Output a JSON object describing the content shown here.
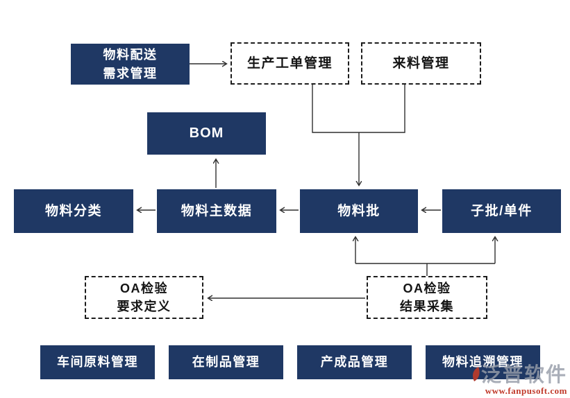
{
  "diagram": {
    "nodes": {
      "delivery": {
        "label": "物料配送\n需求管理",
        "type": "solid"
      },
      "work_order": {
        "label": "生产工单管理",
        "type": "dashed"
      },
      "incoming": {
        "label": "来料管理",
        "type": "dashed"
      },
      "bom": {
        "label": "BOM",
        "type": "solid"
      },
      "material_class": {
        "label": "物料分类",
        "type": "solid"
      },
      "material_master": {
        "label": "物料主数据",
        "type": "solid"
      },
      "material_batch": {
        "label": "物料批",
        "type": "solid"
      },
      "sub_batch": {
        "label": "子批/单件",
        "type": "solid"
      },
      "qa_requirement": {
        "label": "OA检验\n要求定义",
        "type": "dashed"
      },
      "qa_collection": {
        "label": "OA检验\n结果采集",
        "type": "dashed"
      },
      "workshop_raw": {
        "label": "车间原料管理",
        "type": "solid"
      },
      "wip": {
        "label": "在制品管理",
        "type": "solid"
      },
      "finished_goods": {
        "label": "产成品管理",
        "type": "solid"
      },
      "material_trace": {
        "label": "物料追溯管理",
        "type": "solid"
      }
    },
    "edges": [
      {
        "from": "delivery",
        "to": "work_order",
        "style": "arrow-right"
      },
      {
        "from": "work_order",
        "to": "material_batch",
        "style": "merged-drop-arrow"
      },
      {
        "from": "incoming",
        "to": "material_batch",
        "style": "merged-drop-arrow"
      },
      {
        "from": "material_master",
        "to": "bom",
        "style": "arrow-up"
      },
      {
        "from": "material_master",
        "to": "material_class",
        "style": "arrow-left"
      },
      {
        "from": "material_batch",
        "to": "material_master",
        "style": "arrow-left"
      },
      {
        "from": "sub_batch",
        "to": "material_batch",
        "style": "arrow-left"
      },
      {
        "from": "qa_collection",
        "to": "material_batch",
        "style": "branch-arrow-up"
      },
      {
        "from": "qa_collection",
        "to": "sub_batch",
        "style": "branch-arrow-up"
      },
      {
        "from": "qa_collection",
        "to": "qa_requirement",
        "style": "arrow-left"
      }
    ],
    "colors": {
      "node_fill": "#1f3864",
      "node_text": "#ffffff",
      "dashed_border": "#1c1c1c",
      "line": "#2f2f2f",
      "watermark_red": "#c03a2b",
      "watermark_grey": "#969ca8"
    }
  },
  "watermark": {
    "logo_text": "泛普软件",
    "url": "www.fanpusoft.com"
  }
}
